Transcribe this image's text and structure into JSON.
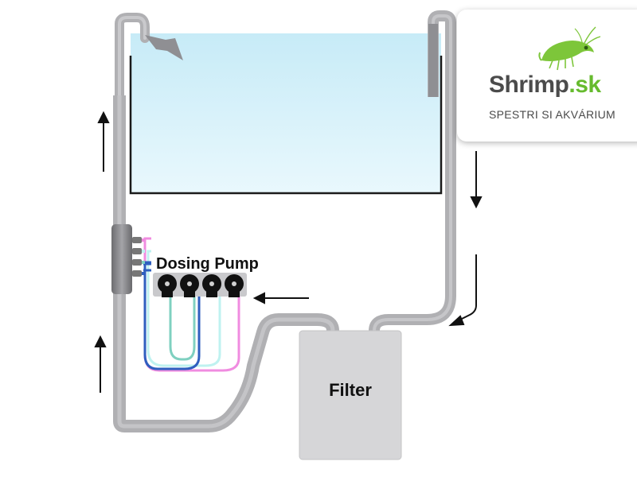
{
  "labels": {
    "filter": "Filter",
    "dosing_pump": "Dosing Pump"
  },
  "logo": {
    "name_part1": "Shrimp",
    "name_part2": ".sk",
    "tagline": "SPESTRI SI AKVÁRIUM"
  },
  "colors": {
    "pipe": "#b0b0b3",
    "pipe_inner": "#8f8f93",
    "water": "#cfeef9",
    "filter_box": "#d6d6d8",
    "arrow": "#111111",
    "brand_green": "#66bb2e",
    "brand_gray": "#4b4b4b",
    "tube_pink": "#f08ce0",
    "tube_light_cyan": "#bff2f0",
    "tube_teal": "#7fd0c0",
    "tube_blue": "#2f5fbf"
  },
  "icons": [
    "up-arrow-icon",
    "down-arrow-icon",
    "left-arrow-icon",
    "shrimp-logo-icon"
  ]
}
